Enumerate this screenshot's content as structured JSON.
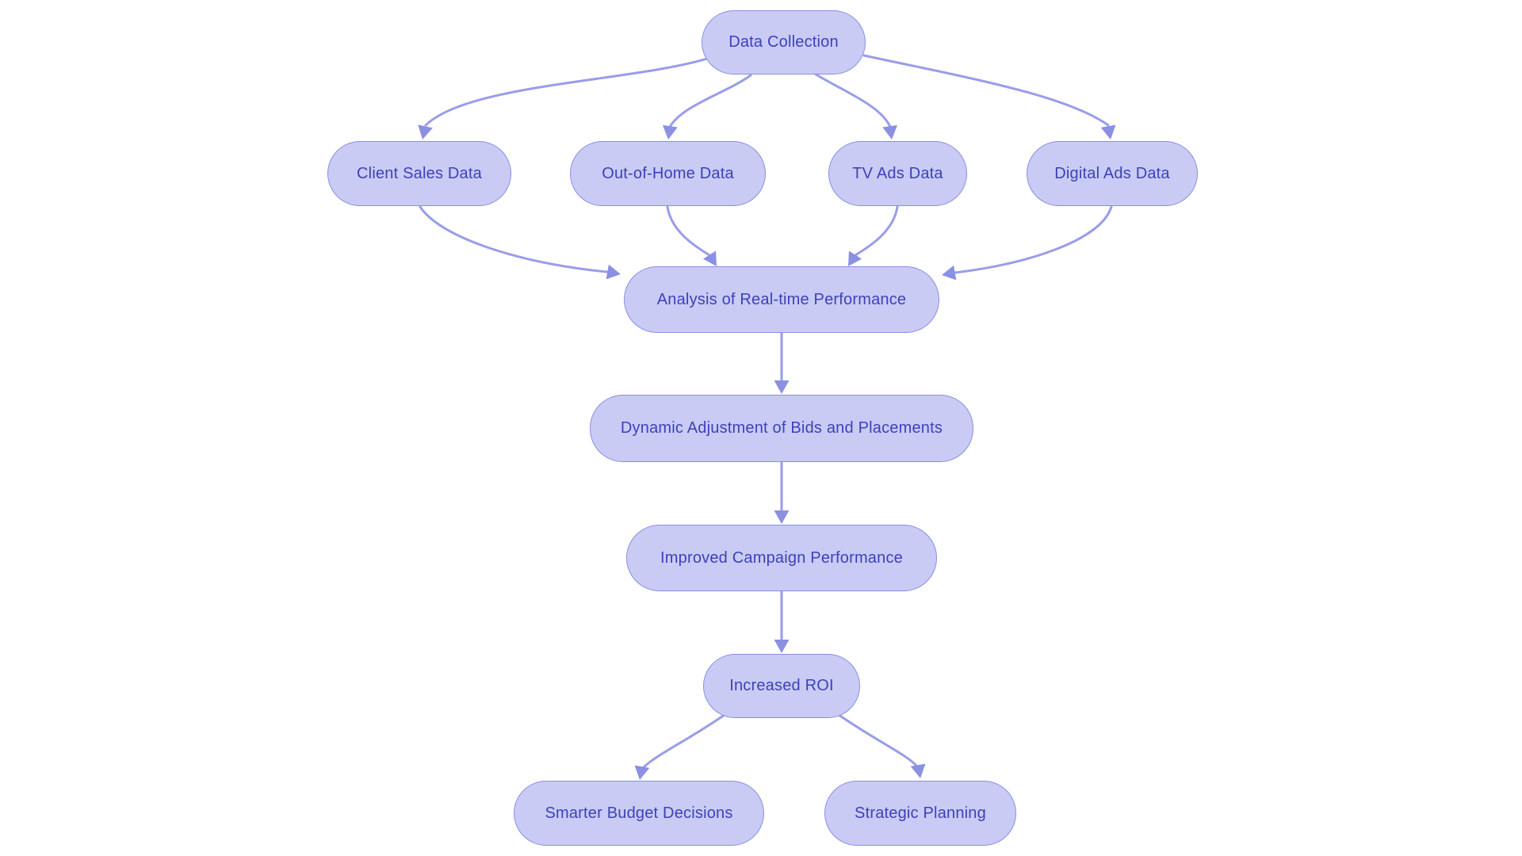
{
  "diagram": {
    "background_color": "#ffffff",
    "nodes": [
      {
        "id": "data-collection",
        "label": "Data Collection"
      },
      {
        "id": "client-sales-data",
        "label": "Client Sales Data"
      },
      {
        "id": "out-of-home-data",
        "label": "Out-of-Home Data"
      },
      {
        "id": "tv-ads-data",
        "label": "TV Ads Data"
      },
      {
        "id": "digital-ads-data",
        "label": "Digital Ads Data"
      },
      {
        "id": "analysis",
        "label": "Analysis of Real-time Performance"
      },
      {
        "id": "dynamic-adjustment",
        "label": "Dynamic Adjustment of Bids and Placements"
      },
      {
        "id": "improved-performance",
        "label": "Improved Campaign Performance"
      },
      {
        "id": "increased-roi",
        "label": "Increased ROI"
      },
      {
        "id": "smarter-budget",
        "label": "Smarter Budget Decisions"
      },
      {
        "id": "strategic-planning",
        "label": "Strategic Planning"
      }
    ],
    "edges": [
      {
        "from": "data-collection",
        "to": "client-sales-data"
      },
      {
        "from": "data-collection",
        "to": "out-of-home-data"
      },
      {
        "from": "data-collection",
        "to": "tv-ads-data"
      },
      {
        "from": "data-collection",
        "to": "digital-ads-data"
      },
      {
        "from": "client-sales-data",
        "to": "analysis"
      },
      {
        "from": "out-of-home-data",
        "to": "analysis"
      },
      {
        "from": "tv-ads-data",
        "to": "analysis"
      },
      {
        "from": "digital-ads-data",
        "to": "analysis"
      },
      {
        "from": "analysis",
        "to": "dynamic-adjustment"
      },
      {
        "from": "dynamic-adjustment",
        "to": "improved-performance"
      },
      {
        "from": "improved-performance",
        "to": "increased-roi"
      },
      {
        "from": "increased-roi",
        "to": "smarter-budget"
      },
      {
        "from": "increased-roi",
        "to": "strategic-planning"
      }
    ],
    "colors": {
      "node_fill": "#c9cbf4",
      "node_border": "#8a8fe3",
      "node_text": "#3c41ba",
      "edge_line": "#999de9",
      "edge_arrow": "#8b90e3"
    }
  }
}
